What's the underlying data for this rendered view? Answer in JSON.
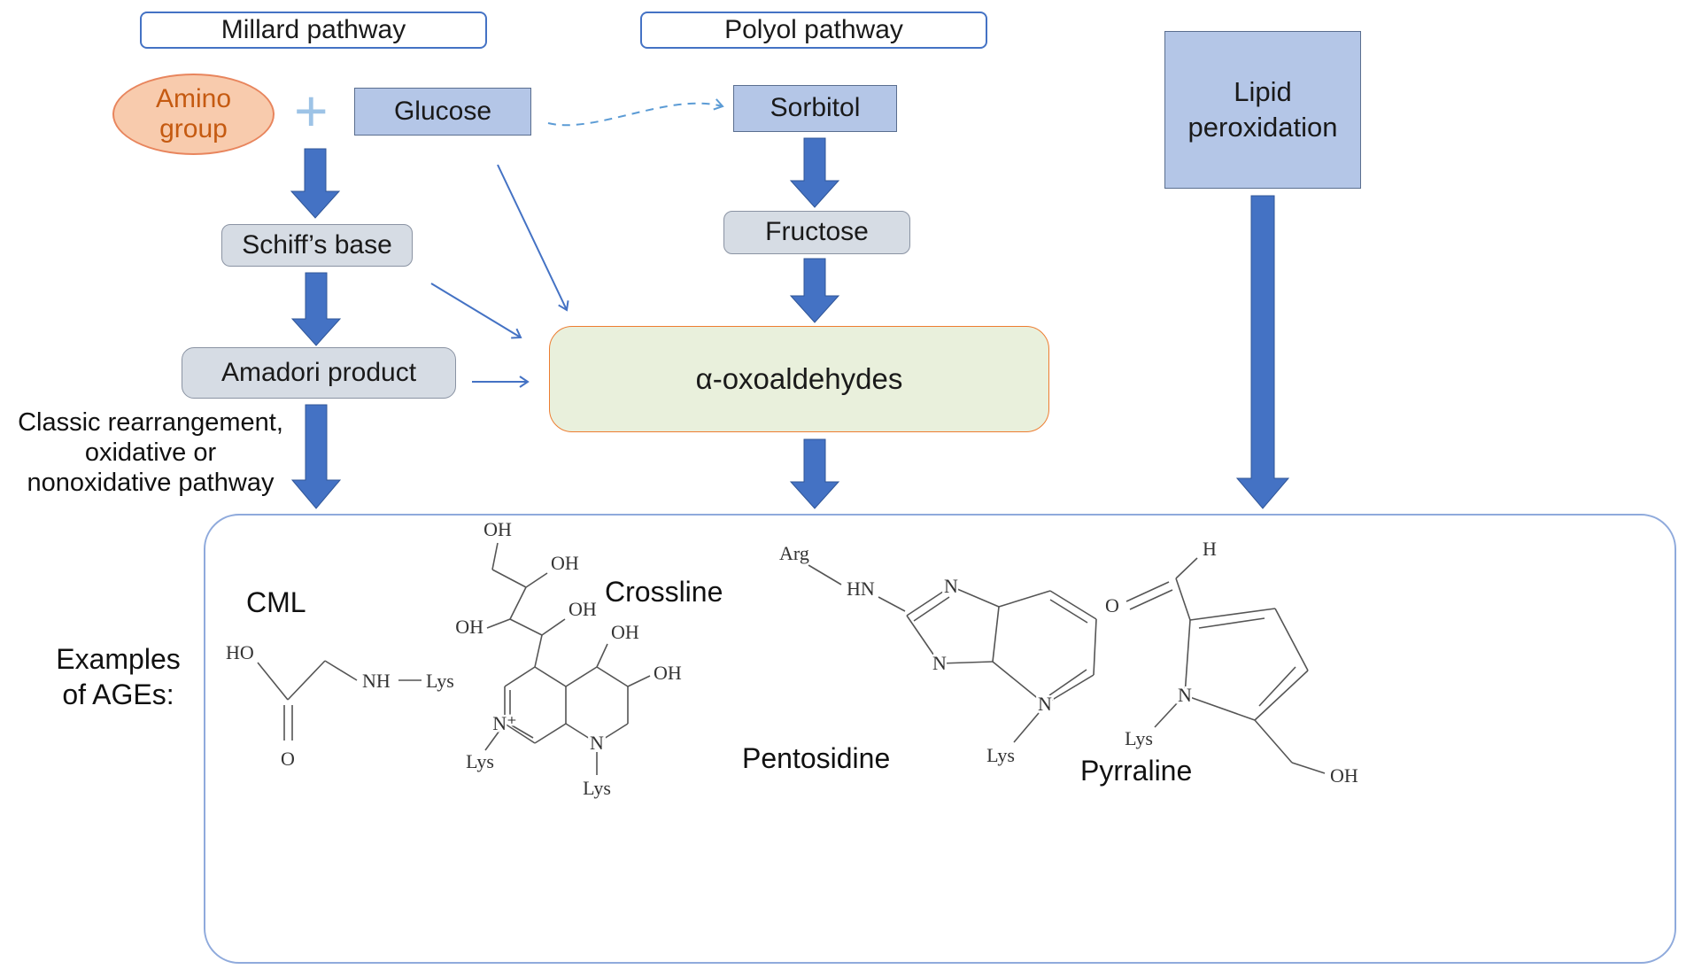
{
  "colors": {
    "arrow_blue": "#4472c4",
    "thin_arrow_blue": "#5b9bd5",
    "light_blue_fill": "#b4c6e7",
    "gray_fill": "#d6dce4",
    "green_fill": "#e9f0dc",
    "orange_border": "#ed7d31",
    "amino_fill": "#f8cbad",
    "amino_text": "#c55a11",
    "frame_border": "#8faadc"
  },
  "titles": {
    "millard": "Millard pathway",
    "polyol": "Polyol pathway"
  },
  "nodes": {
    "amino_group": "Amino\ngroup",
    "plus_sign": "+",
    "glucose": "Glucose",
    "sorbitol": "Sorbitol",
    "schiffs_base": "Schiff’s base",
    "fructose": "Fructose",
    "amadori_product": "Amadori product",
    "oxoaldehydes": "α-oxoaldehydes",
    "lipid_peroxidation": "Lipid\nperoxidation"
  },
  "annotations": {
    "classic_pathway": "Classic rearrangement,\noxidative or\nnonoxidative pathway",
    "examples_of_ages": "Examples\nof AGEs:"
  },
  "molecules": {
    "cml": {
      "label": "CML",
      "atoms": {
        "ho": "HO",
        "o": "O",
        "nh": "NH",
        "lys": "Lys"
      }
    },
    "crossline": {
      "label": "Crossline",
      "atoms": {
        "oh1": "OH",
        "oh2": "OH",
        "oh3": "OH",
        "oh4": "OH",
        "oh5": "OH",
        "oh6": "OH",
        "n_plus": "N⁺",
        "lys1": "Lys",
        "n": "N",
        "lys2": "Lys"
      }
    },
    "pentosidine": {
      "label": "Pentosidine",
      "atoms": {
        "arg": "Arg",
        "hn": "HN",
        "n_top": "N",
        "n_left": "N",
        "n_bottom": "N",
        "lys": "Lys"
      }
    },
    "pyrraline": {
      "label": "Pyrraline",
      "atoms": {
        "h": "H",
        "o": "O",
        "n": "N",
        "lys": "Lys",
        "oh": "OH"
      }
    }
  }
}
